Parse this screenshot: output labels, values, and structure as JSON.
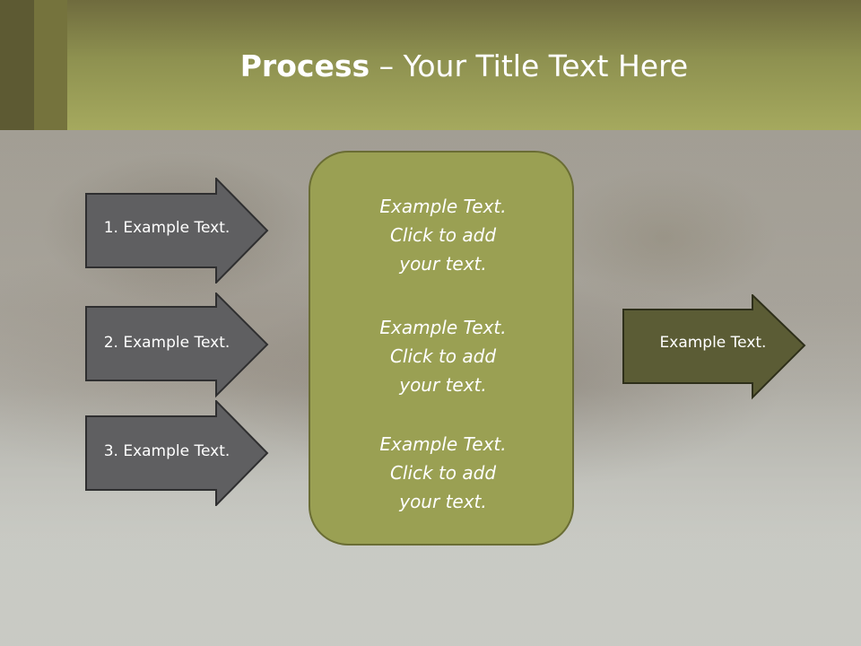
{
  "title": {
    "bold": "Process",
    "rest": " – Your Title Text Here"
  },
  "steps": [
    {
      "label": "1. Example Text."
    },
    {
      "label": "2. Example Text."
    },
    {
      "label": "3. Example Text."
    }
  ],
  "center": {
    "blocks": [
      {
        "line1": "Example Text.",
        "line2": "Click  to add",
        "line3": "your text."
      },
      {
        "line1": "Example Text.",
        "line2": "Click  to add",
        "line3": "your text."
      },
      {
        "line1": "Example Text.",
        "line2": "Click  to add",
        "line3": "your text."
      }
    ]
  },
  "output": {
    "label": "Example Text."
  },
  "colors": {
    "header": "#a5a95e",
    "step_arrow": "#5f5f61",
    "center_box": "#9aa053",
    "output_arrow": "#5b5c35"
  }
}
